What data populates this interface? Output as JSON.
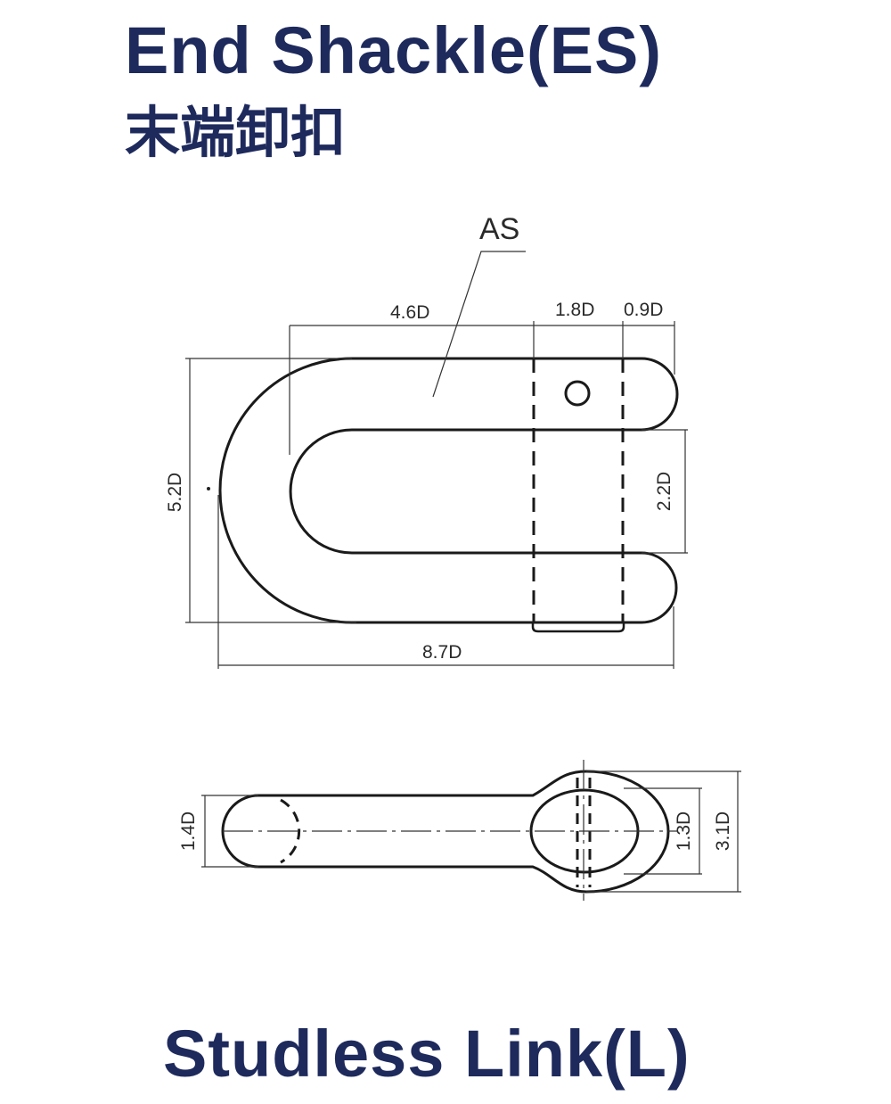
{
  "header": {
    "title": "End Shackle(ES)",
    "subtitle": "末端卸扣"
  },
  "drawing_top": {
    "part_label": "AS",
    "dims": {
      "inner_length": "4.6D",
      "pin_width": "1.8D",
      "end_width": "0.9D",
      "outer_height": "5.2D",
      "inner_gap": "2.2D",
      "overall_length": "8.7D"
    }
  },
  "drawing_bottom": {
    "dims": {
      "bar_diameter": "1.4D",
      "pin_diameter": "1.3D",
      "eye_diameter": "3.1D"
    }
  },
  "footer": {
    "title": "Studless Link(L)"
  }
}
